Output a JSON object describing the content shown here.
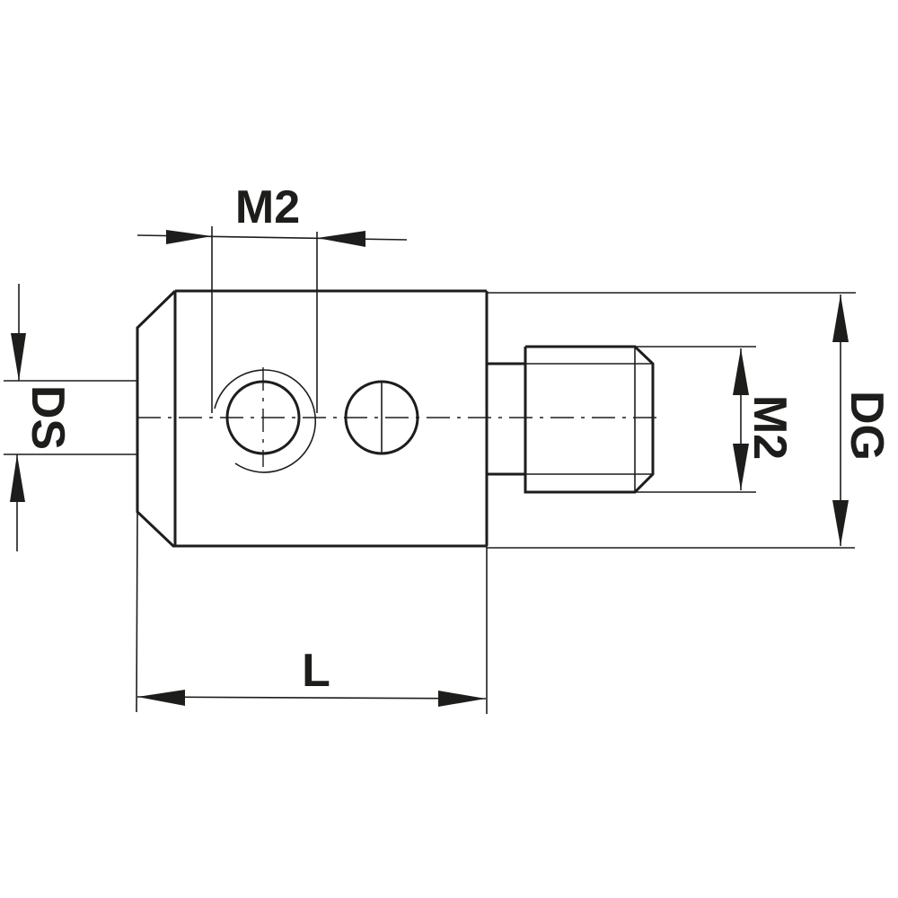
{
  "drawing": {
    "type": "technical drawing - stylus adapter, side view",
    "line_color": "#1d1d1b",
    "background": "#ffffff"
  },
  "dimensions": {
    "top_thread": {
      "label": "M2",
      "orientation": "horizontal"
    },
    "shaft_diameter": {
      "label": "DS",
      "orientation": "vertical"
    },
    "side_thread": {
      "label": "M2",
      "orientation": "vertical"
    },
    "body_diameter": {
      "label": "DG",
      "orientation": "vertical"
    },
    "length": {
      "label": "L",
      "orientation": "horizontal"
    }
  },
  "features": {
    "body": "cylindrical body with chamfered left end",
    "cross_hole_threaded": "threaded cross hole (M2) with thread arc",
    "cross_hole_plain": "plain cross hole",
    "threaded_stud": "M2 threaded stud with chamfered tip"
  }
}
